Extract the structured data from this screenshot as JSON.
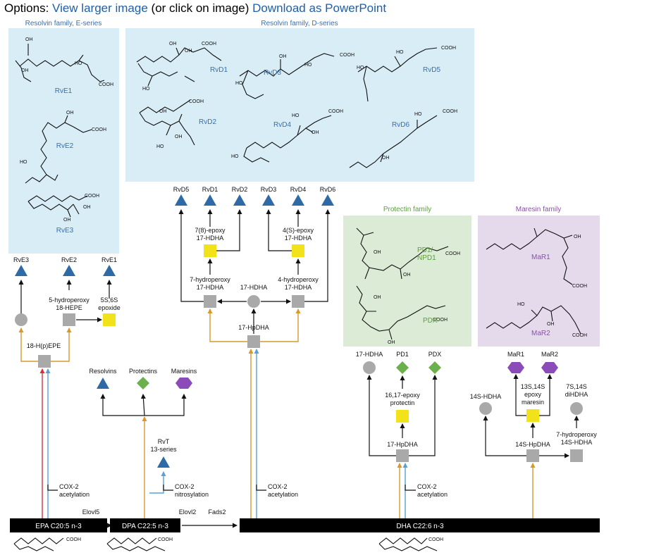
{
  "options": {
    "prefix": "Options:",
    "view_larger": "View larger image",
    "middle": "(or click on image)",
    "download": "Download as PowerPoint"
  },
  "colors": {
    "link": "#1f5fa8",
    "panel_blue": "#d8edf5",
    "panel_green": "#dcebd5",
    "panel_purple": "#e4daec",
    "triangle": "#2e6aa6",
    "circle": "#a9a9a9",
    "square": "#a9a9a9",
    "yellow": "#f2e21a",
    "diamond": "#6ab04c",
    "hexagon": "#8b4bb8",
    "orange": "#d69a2a",
    "lightblue": "#5aa0d8",
    "red": "#d8303a"
  },
  "panels": {
    "e_series": {
      "title": "Resolvin family, E-series",
      "labels": [
        "RvE1",
        "RvE2",
        "RvE3"
      ]
    },
    "d_series": {
      "title": "Resolvin family, D-series",
      "labels": [
        "RvD1",
        "RvD2",
        "RvD3",
        "RvD4",
        "RvD5",
        "RvD6"
      ]
    },
    "protectin": {
      "title": "Protectin family",
      "labels": [
        "PD1/\nNPD1",
        "PDX"
      ]
    },
    "maresin": {
      "title": "Maresin family",
      "labels": [
        "MaR1",
        "MaR2"
      ]
    }
  },
  "structure_labels": {
    "oh": "OH",
    "ho": "HO",
    "cooh": "COOH"
  },
  "nodes": {
    "rve3": "RvE3",
    "rve2": "RvE2",
    "rve1": "RvE1",
    "hp_hepe_1": "5-hydroperoxy",
    "hp_hepe_2": "18-HEPE",
    "epox_5s6s_1": "5S,6S",
    "epox_5s6s_2": "epoxide",
    "hpepe": "18-H(p)EPE",
    "rvd5": "RvD5",
    "rvd1": "RvD1",
    "rvd2": "RvD2",
    "rvd3": "RvD3",
    "rvd4": "RvD4",
    "rvd6": "RvD6",
    "epoxy78_1": "7(8)-epoxy",
    "epoxy78_2": "17-HDHA",
    "epoxy4s_1": "4(S)-epoxy",
    "epoxy4s_2": "17-HDHA",
    "hp7_1": "7-hydroperoxy",
    "hp7_2": "17-HDHA",
    "hdha17": "17-HDHA",
    "hp4_1": "4-hydroperoxy",
    "hp4_2": "17-HDHA",
    "hpdha17": "17-HpDHA",
    "resolvins": "Resolvins",
    "protectins": "Protectins",
    "maresins": "Maresins",
    "rvt_1": "RvT",
    "rvt_2": "13-series",
    "pt_17hdha": "17-HDHA",
    "pd1": "PD1",
    "pdx": "PDX",
    "epoxy1617_1": "16,17-epoxy",
    "epoxy1617_2": "protectin",
    "pt_hpdha": "17-HpDHA",
    "mar1": "MaR1",
    "mar2": "MaR2",
    "hdha14s": "14S-HDHA",
    "epoxy1314_1": "13S,14S",
    "epoxy1314_2": "epoxy",
    "epoxy1314_3": "maresin",
    "dihdha_1": "7S,14S",
    "dihdha_2": "diHDHA",
    "hp7_14s_1": "7-hydroperoxy",
    "hp7_14s_2": "14S-HDHA",
    "hpdha14s": "14S-HpDHA"
  },
  "enzyme_notes": {
    "cox2_epa_1": "COX-2",
    "cox2_epa_2": "acetylation",
    "cox2_dpa_1": "COX-2",
    "cox2_dpa_2": "nitrosylation",
    "cox2_dha_1": "COX-2",
    "cox2_dha_2": "acetylation",
    "cox2_pt_1": "COX-2",
    "cox2_pt_2": "acetylation"
  },
  "bottom": {
    "epa": "EPA C20:5 n-3",
    "elovl5": "Elovl5",
    "dpa": "DPA C22:5 n-3",
    "elovl2": "Elovl2",
    "fads2": "Fads2",
    "dha": "DHA C22:6 n-3",
    "cooh": "COOH"
  }
}
